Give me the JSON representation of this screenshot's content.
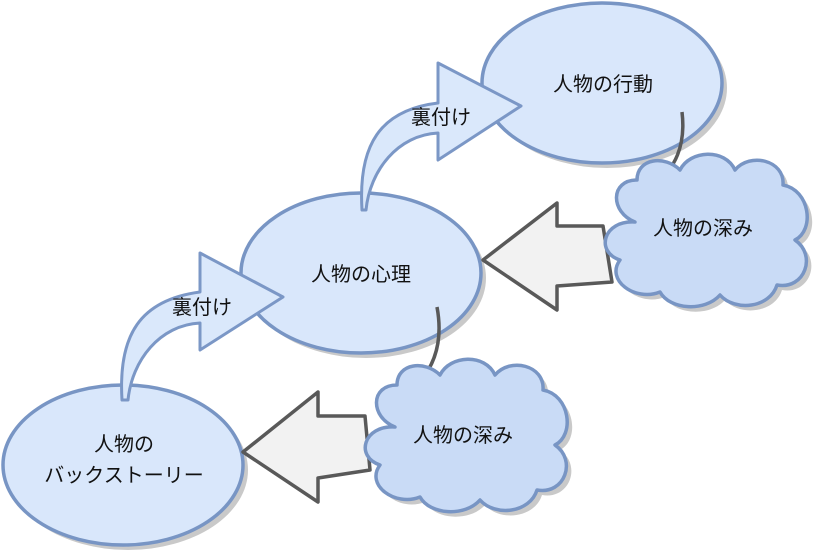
{
  "nodes": {
    "behavior": "人物の行動",
    "psychology": "人物の心理",
    "backstory_line1": "人物の",
    "backstory_line2": "バックストーリー"
  },
  "clouds": {
    "upper": "人物の深み",
    "lower": "人物の深み"
  },
  "arrows": {
    "upper_support": "裏付け",
    "lower_support": "裏付け"
  },
  "colors": {
    "ellipse_fill": "#d9e7fb",
    "ellipse_stroke": "#7895c4",
    "arrow_fill": "#dae8fb",
    "arrow_stroke": "#7b97c6",
    "grey_arrow_fill": "#f2f2f2",
    "grey_arrow_stroke": "#595959",
    "connector": "#595959",
    "shadow": "#c8c8c8"
  }
}
